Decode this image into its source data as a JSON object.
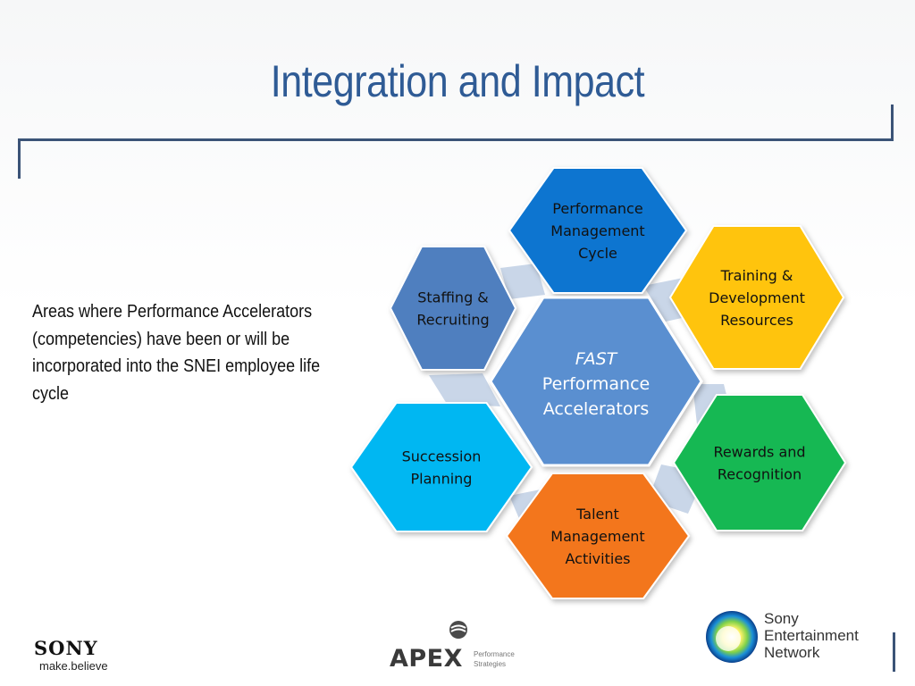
{
  "title": "Integration and Impact",
  "description": "Areas where Performance Accelerators (competencies) have been or will be incorporated into the SNEI employee life cycle",
  "center": {
    "line1": "FAST",
    "line2": "Performance",
    "line3": "Accelerators",
    "color": "#5a8fd0"
  },
  "hexagons": [
    {
      "id": "performance-management-cycle",
      "lines": [
        "Performance",
        "Management",
        "Cycle"
      ],
      "color": "#0a74d0",
      "text_color": "#111111"
    },
    {
      "id": "training-development-resources",
      "lines": [
        "Training &",
        "Development",
        "Resources"
      ],
      "color": "#ffc40a",
      "text_color": "#111111"
    },
    {
      "id": "rewards-and-recognition",
      "lines": [
        "Rewards and",
        "Recognition"
      ],
      "color": "#14b852",
      "text_color": "#111111"
    },
    {
      "id": "talent-management-activities",
      "lines": [
        "Talent",
        "Management",
        "Activities"
      ],
      "color": "#f3761a",
      "text_color": "#111111"
    },
    {
      "id": "succession-planning",
      "lines": [
        "Succession",
        "Planning"
      ],
      "color": "#06b7f2",
      "text_color": "#111111"
    },
    {
      "id": "staffing-recruiting",
      "lines": [
        "Staffing &",
        "Recruiting"
      ],
      "color": "#4f7fbf",
      "text_color": "#111111"
    }
  ],
  "footer": {
    "sony": {
      "name": "SONY",
      "tagline": "make.believe"
    },
    "apex": {
      "name": "APEX",
      "subtitle_line1": "Performance",
      "subtitle_line2": "Strategies"
    },
    "sen": {
      "line1": "Sony",
      "line2": "Entertainment",
      "line3": "Network"
    }
  },
  "colors": {
    "title": "#2f5b95",
    "frame": "#3b5377",
    "connector": "#c9d6e8"
  }
}
